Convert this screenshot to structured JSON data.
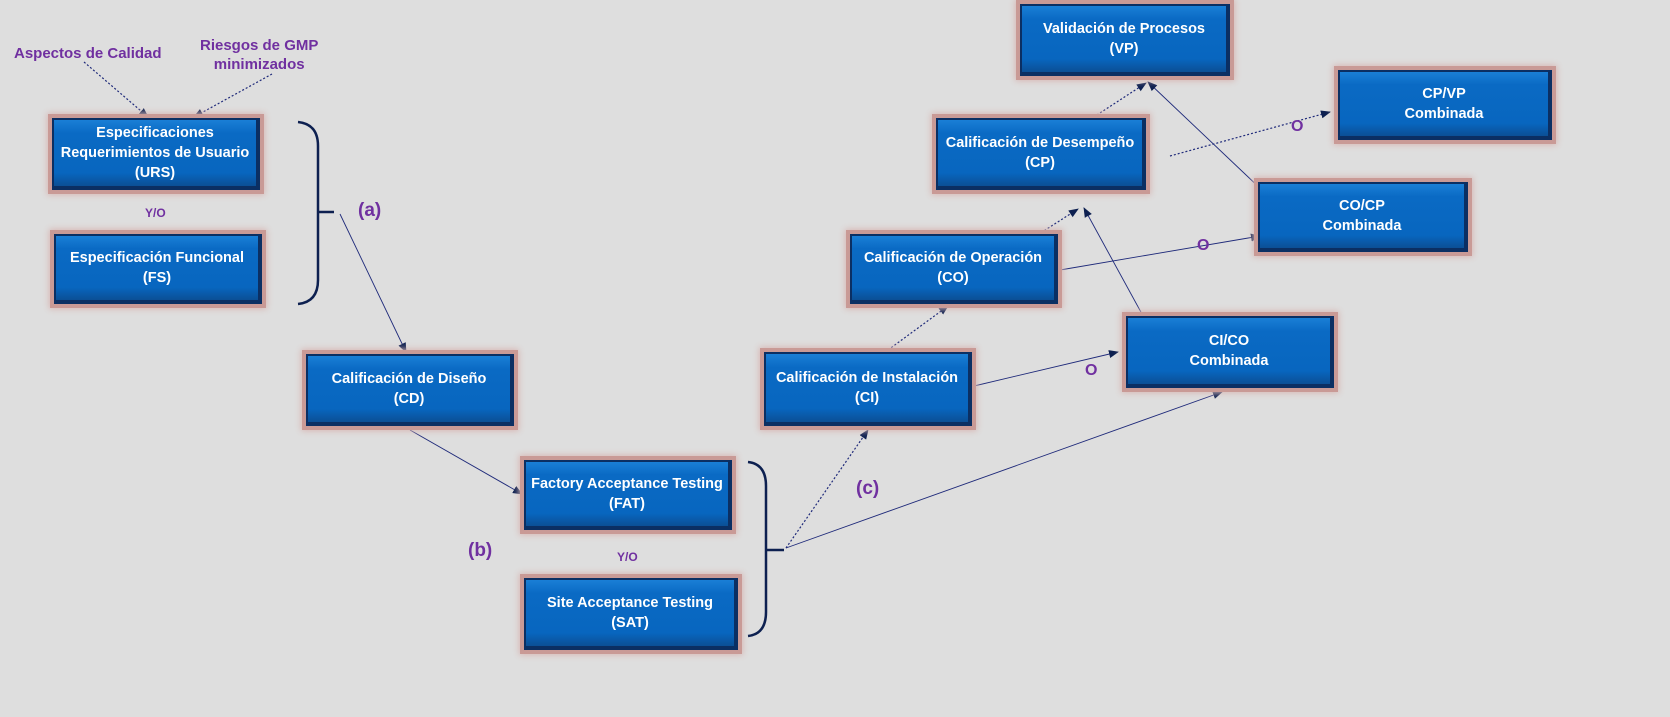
{
  "inputs": {
    "quality": "Aspectos de Calidad",
    "gmp_line1": "Riesgos de GMP",
    "gmp_line2": "minimizados"
  },
  "boxes": {
    "urs": {
      "line1": "Especificaciones",
      "line2": "Requerimientos de Usuario",
      "line3": "(URS)"
    },
    "fs": {
      "line1": "Especificación Funcional",
      "line2": "(FS)"
    },
    "cd": {
      "line1": "Calificación de Diseño",
      "line2": "(CD)"
    },
    "fat": {
      "line1": "Factory Acceptance Testing",
      "line2": "(FAT)"
    },
    "sat": {
      "line1": "Site Acceptance Testing",
      "line2": "(SAT)"
    },
    "ci": {
      "line1": "Calificación de Instalación",
      "line2": "(CI)"
    },
    "co": {
      "line1": "Calificación de Operación",
      "line2": "(CO)"
    },
    "cp": {
      "line1": "Calificación de Desempeño",
      "line2": "(CP)"
    },
    "vp": {
      "line1": "Validación de Procesos",
      "line2": "(VP)"
    },
    "cp_vp": {
      "line1": "CP/VP",
      "line2": "Combinada"
    },
    "co_cp": {
      "line1": "CO/CP",
      "line2": "Combinada"
    },
    "ci_co": {
      "line1": "CI/CO",
      "line2": "Combinada"
    }
  },
  "connectors": {
    "and_or_1": "Y/O",
    "and_or_2": "Y/O",
    "or_1": "O",
    "or_2": "O",
    "or_3": "O"
  },
  "groups": {
    "a": "(a)",
    "b": "(b)",
    "c": "(c)"
  },
  "colors": {
    "box": "#0866bf",
    "label": "#7030a0",
    "arrow": "#1f2a7a",
    "background": "#dedede"
  }
}
